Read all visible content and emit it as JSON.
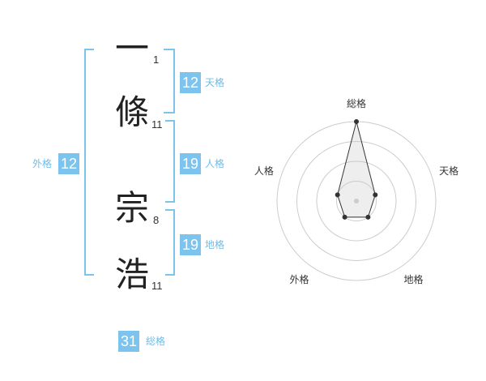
{
  "name": {
    "chars": [
      {
        "char": "一",
        "strokes": "1"
      },
      {
        "char": "條",
        "strokes": "11"
      },
      {
        "char": "宗",
        "strokes": "8"
      },
      {
        "char": "浩",
        "strokes": "11"
      }
    ]
  },
  "fortunes": {
    "tenkaku": {
      "value": "12",
      "label": "天格"
    },
    "jinkaku": {
      "value": "19",
      "label": "人格"
    },
    "chikaku": {
      "value": "19",
      "label": "地格"
    },
    "gaikaku": {
      "value": "12",
      "label": "外格"
    },
    "soukaku": {
      "value": "31",
      "label": "総格"
    }
  },
  "colors": {
    "accent": "#7cc4ee",
    "label": "#6cbde9",
    "ring": "#cccccc",
    "point": "#333333"
  },
  "chart_data": {
    "type": "radar",
    "axes": [
      "総格",
      "天格",
      "地格",
      "外格",
      "人格"
    ],
    "values": [
      4,
      1,
      1,
      1,
      1
    ],
    "max": 4
  }
}
